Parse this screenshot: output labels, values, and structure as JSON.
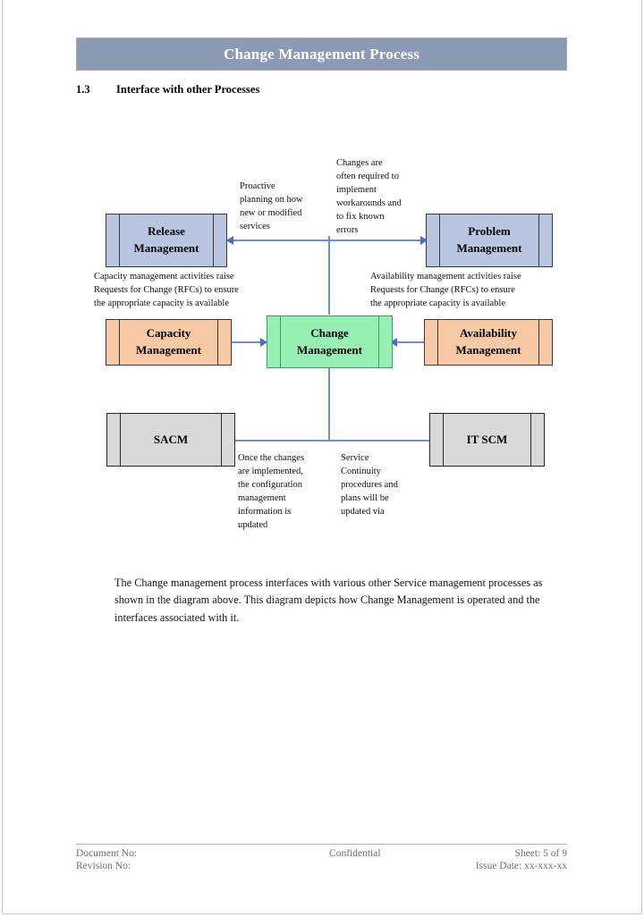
{
  "header": {
    "title": "Change Management Process",
    "bg_color": "#8C9BB5",
    "text_color": "#FFFFFF"
  },
  "section": {
    "number": "1.3",
    "title": "Interface with other Processes"
  },
  "diagram": {
    "nodes": [
      {
        "id": "release",
        "label": "Release\nManagement",
        "fill": "#B8C6E2",
        "stroke": "#3A3A3A"
      },
      {
        "id": "problem",
        "label": "Problem\nManagement",
        "fill": "#B8C6E2",
        "stroke": "#3A3A3A"
      },
      {
        "id": "capacity",
        "label": "Capacity\nManagement",
        "fill": "#F7C9A5",
        "stroke": "#3A3A3A"
      },
      {
        "id": "change",
        "label": "Change\nManagement",
        "fill": "#96F0B4",
        "stroke": "#35A35C"
      },
      {
        "id": "availability",
        "label": "Availability\nManagement",
        "fill": "#F7C9A5",
        "stroke": "#3A3A3A"
      },
      {
        "id": "sacm",
        "label": "SACM",
        "fill": "#D9D9D9",
        "stroke": "#262626"
      },
      {
        "id": "itscm",
        "label": "IT SCM",
        "fill": "#D9D9D9",
        "stroke": "#262626"
      }
    ],
    "connector_color": "#6E8FD4",
    "annotations": {
      "proactive_planning": "Proactive\nplanning on how\nnew or modified\nservices",
      "changes_required": "Changes are\noften required to\nimplement\nworkarounds and\nto fix known\nerrors",
      "capacity_note": "Capacity management activities raise\nRequests for Change (RFCs) to ensure\nthe appropriate capacity is available",
      "availability_note": "Availability management activities raise\nRequests for Change (RFCs) to ensure\nthe appropriate capacity is available",
      "sacm_note": "Once the changes\nare implemented,\nthe configuration\nmanagement\ninformation is\nupdated",
      "itscm_note": "Service\nContinuity\nprocedures and\nplans will be\nupdated via"
    }
  },
  "body": {
    "paragraph": "The Change management process interfaces with various other Service management processes as shown in the diagram above. This diagram depicts how Change Management is operated and the interfaces associated with it."
  },
  "footer": {
    "document_no": "Document No:",
    "revision_no": "Revision No:",
    "confidential": "Confidential",
    "sheet": "Sheet: 5 of 9",
    "issue_date": "Issue Date: xx-xxx-xx"
  }
}
